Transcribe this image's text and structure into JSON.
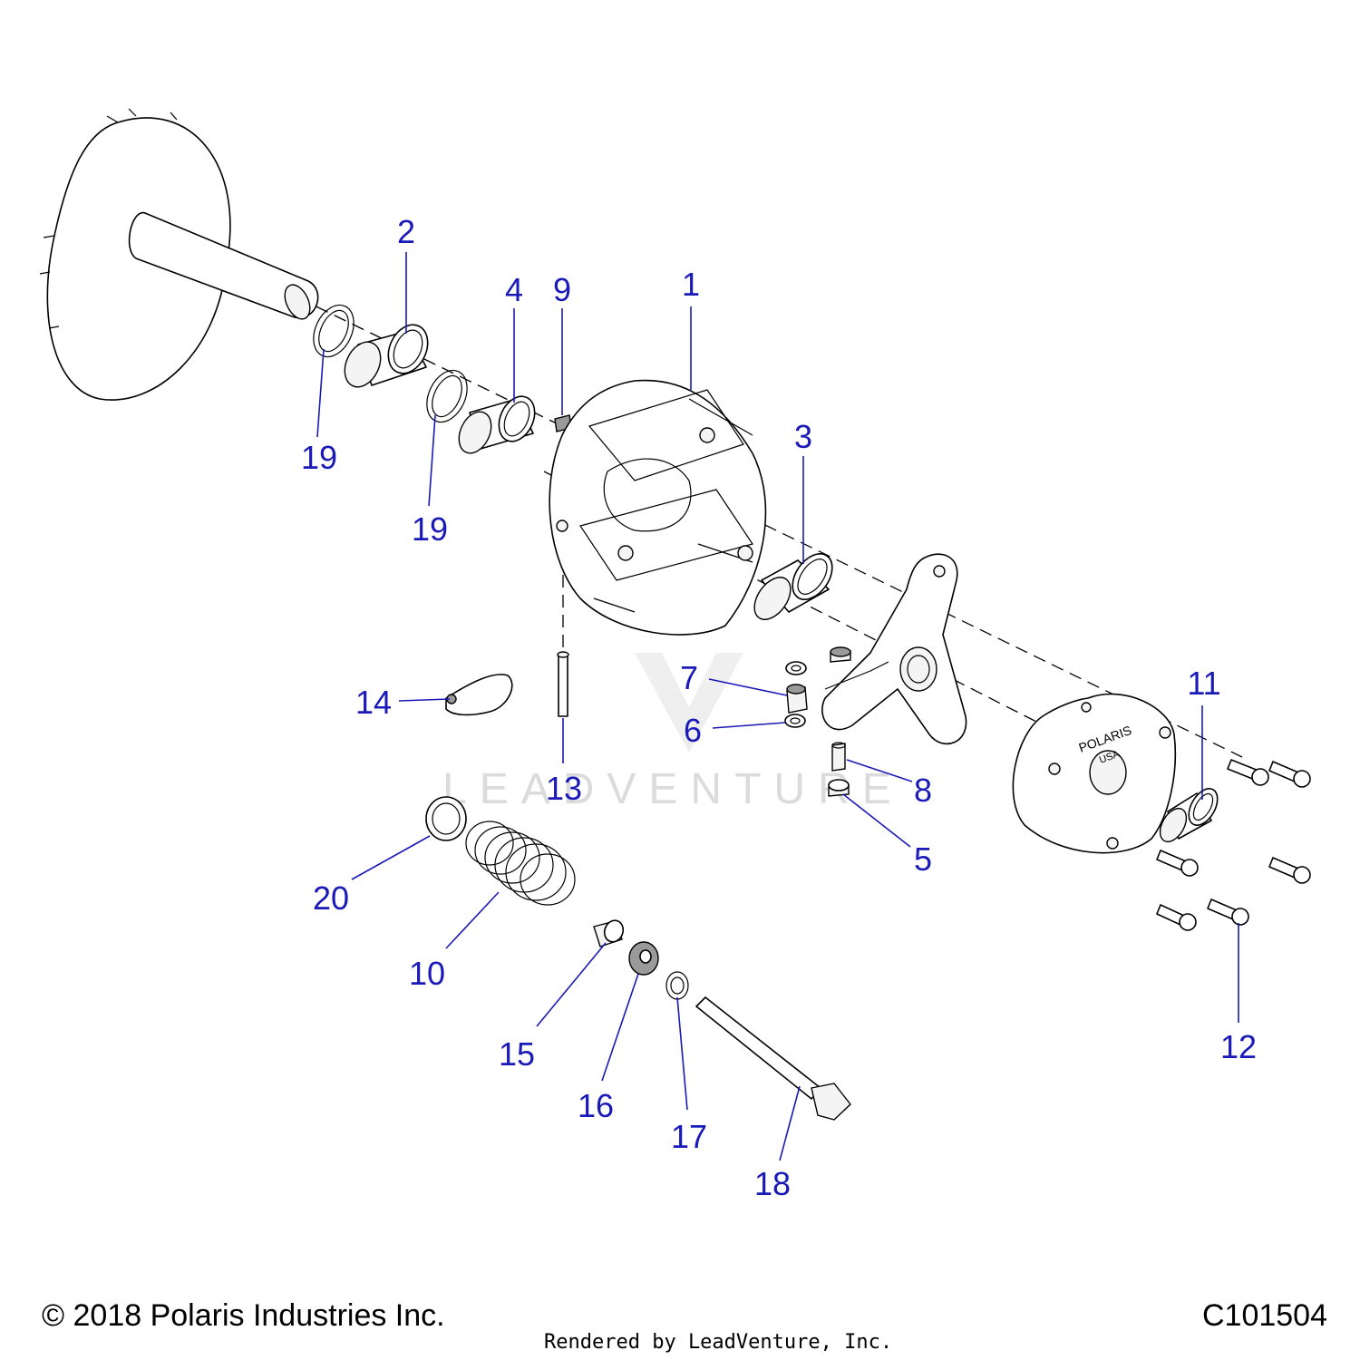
{
  "callouts": [
    {
      "id": "1",
      "label": "1"
    },
    {
      "id": "2",
      "label": "2"
    },
    {
      "id": "3",
      "label": "3"
    },
    {
      "id": "4",
      "label": "4"
    },
    {
      "id": "5",
      "label": "5"
    },
    {
      "id": "6",
      "label": "6"
    },
    {
      "id": "7",
      "label": "7"
    },
    {
      "id": "8",
      "label": "8"
    },
    {
      "id": "9",
      "label": "9"
    },
    {
      "id": "10",
      "label": "10"
    },
    {
      "id": "11",
      "label": "11"
    },
    {
      "id": "12",
      "label": "12"
    },
    {
      "id": "13",
      "label": "13"
    },
    {
      "id": "14",
      "label": "14"
    },
    {
      "id": "15",
      "label": "15"
    },
    {
      "id": "16",
      "label": "16"
    },
    {
      "id": "17",
      "label": "17"
    },
    {
      "id": "18",
      "label": "18"
    },
    {
      "id": "19a",
      "label": "19"
    },
    {
      "id": "19b",
      "label": "19"
    },
    {
      "id": "20",
      "label": "20"
    }
  ],
  "cover_text": {
    "brand": "POLARIS",
    "country": "USA"
  },
  "watermark": "LEADVENTURE",
  "footer": {
    "copyright": "© 2018 Polaris Industries Inc.",
    "rendered_by": "Rendered by LeadVenture, Inc.",
    "figure_code": "C101504"
  },
  "colors": {
    "callout": "#1a1ab8",
    "line": "#000000",
    "watermark": "#d8d8d8"
  }
}
